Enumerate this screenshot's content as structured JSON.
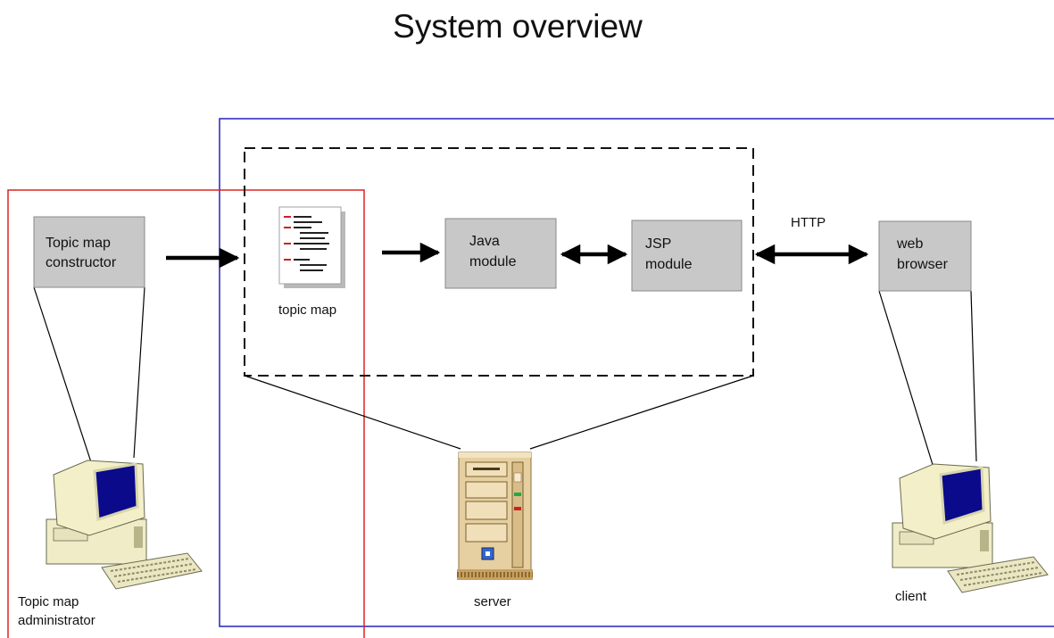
{
  "title": "System overview",
  "nodes": {
    "topic_map_constructor": {
      "line1": "Topic map",
      "line2": "constructor"
    },
    "topic_map": {
      "label": "topic map"
    },
    "java_module": {
      "line1": "Java",
      "line2": "module"
    },
    "jsp_module": {
      "line1": "JSP",
      "line2": "module"
    },
    "web_browser": {
      "line1": "web",
      "line2": "browser"
    },
    "server": {
      "label": "server"
    },
    "client": {
      "label": "client"
    },
    "administrator": {
      "line1": "Topic map",
      "line2": "administrator"
    }
  },
  "edges": {
    "http_label": "HTTP"
  },
  "colors": {
    "server_region": "#2222bb",
    "administrator_region": "#dd2222",
    "module_fill": "#c8c8c8",
    "screen": "#0a0a8a",
    "beige": "#f3efc8"
  },
  "icons": {
    "document": "topic-map-document-icon",
    "server": "server-tower-icon",
    "computer": "desktop-computer-icon"
  }
}
